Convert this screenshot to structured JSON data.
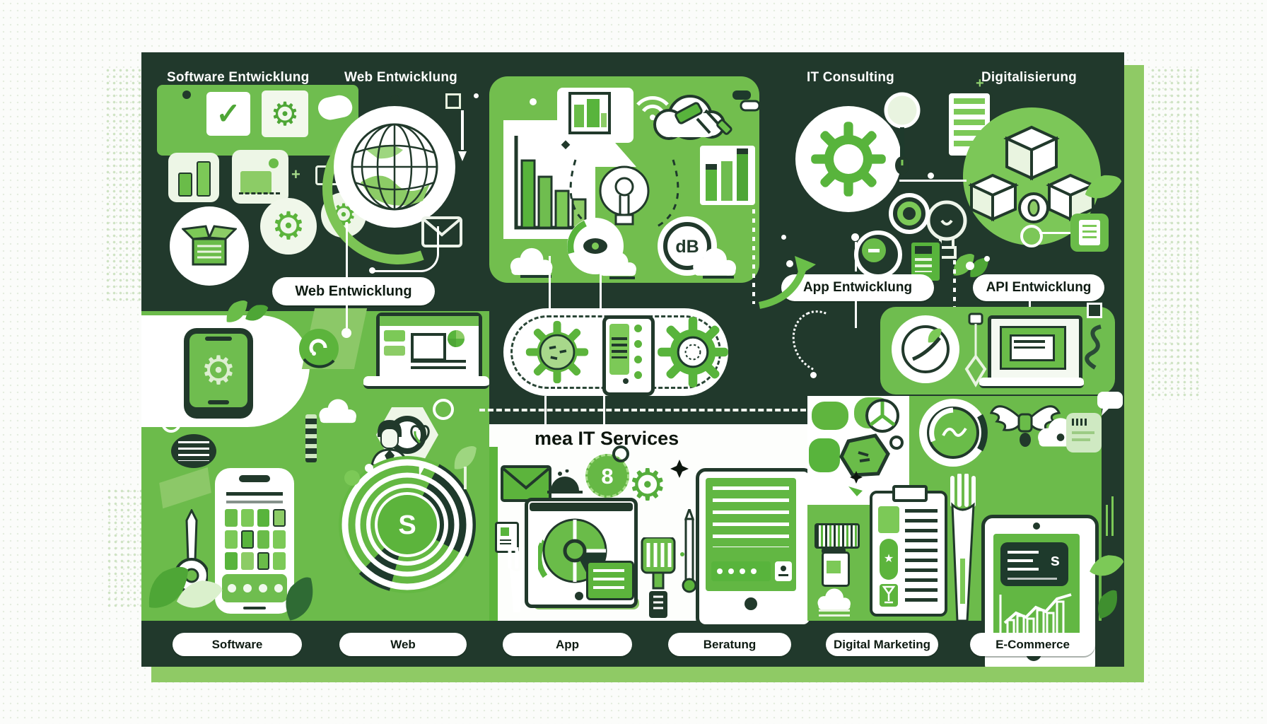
{
  "palette": {
    "page_bg": "#fbfcfa",
    "card_bg": "#21392c",
    "card_shadow": "#8fca65",
    "green": "#6abc49",
    "green_bright": "#7cc957",
    "green_deep": "#4ea636",
    "pale_green": "#e9f4e0",
    "white": "#ffffff",
    "ink": "#0e1b12"
  },
  "header": {
    "items": [
      {
        "label": "Software Entwicklung"
      },
      {
        "label": "Web Entwicklung"
      },
      {
        "label": "IT Consulting"
      },
      {
        "label": "Digitalisierung"
      }
    ]
  },
  "section_pills": {
    "web": "Web Entwicklung",
    "app": "App Entwicklung",
    "api": "API Entwicklung"
  },
  "center": {
    "title": "mea IT Services"
  },
  "bottom_pills": [
    {
      "label": "Software"
    },
    {
      "label": "Web"
    },
    {
      "label": "App"
    },
    {
      "label": "Beratung"
    },
    {
      "label": "Digital Marketing"
    },
    {
      "label": "E-Commerce"
    }
  ],
  "glyphs": {
    "dial_letter": "S",
    "counter_number": "8",
    "tablet_letter": "s",
    "decibel": "dB",
    "gear": "⚙",
    "check": "✓",
    "star": "★"
  }
}
